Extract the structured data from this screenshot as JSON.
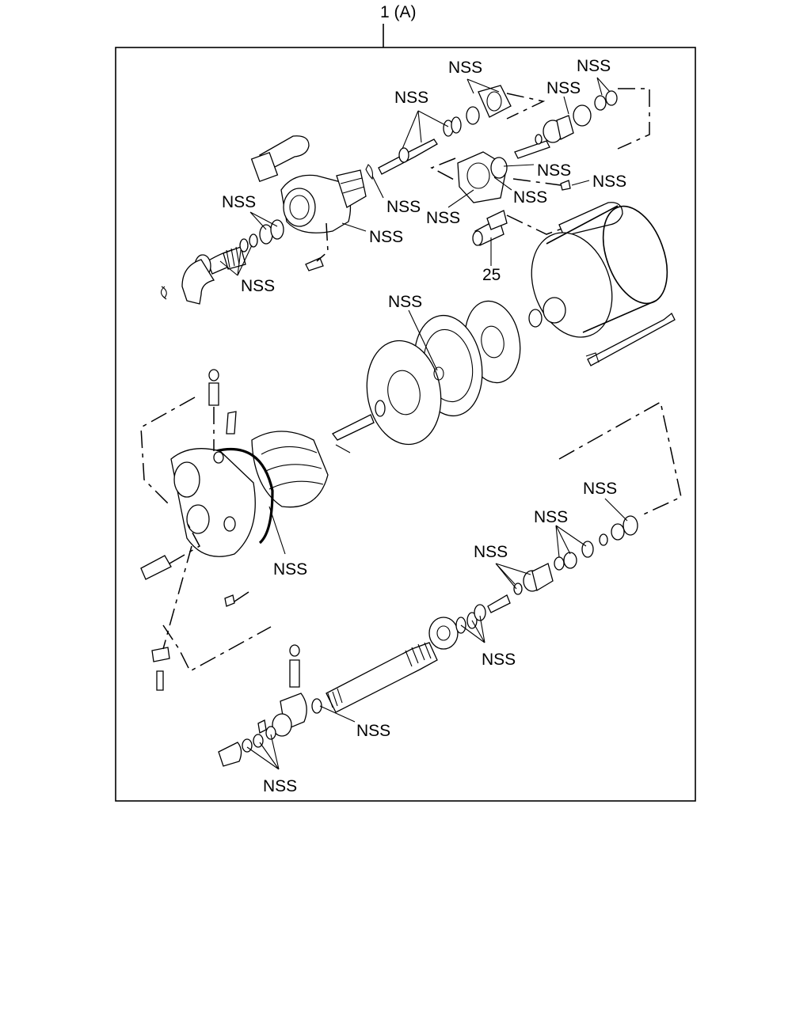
{
  "assembly_label": "1 (A)",
  "callouts": {
    "nss": "NSS",
    "part_25": "25"
  }
}
